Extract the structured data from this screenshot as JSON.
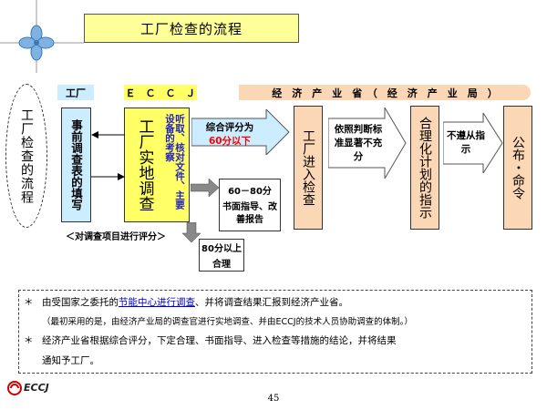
{
  "title": "工厂检查的流程",
  "side_label": "工厂检查的流程",
  "headers": {
    "factory": "工厂",
    "eccj": "Ｅ　Ｃ　Ｃ　Ｊ",
    "ministry": "经　济　产　业　省　（　经　济　产　业　局　）"
  },
  "boxes": {
    "pre_survey": "事前调查表的填写",
    "onsite": "工厂实地调查",
    "onsite_note": "听取、核对文件、主要设备的考察",
    "onsite_inspection": "工厂进入检查",
    "plan_instruction": "合理化计划的指示",
    "publish": "公布・命令"
  },
  "arrows": {
    "score_under_60": "综合评分为",
    "score_under_60_value": "60分以下",
    "judgement": "依照判断标准显著不充分",
    "not_comply": "不遵从指示",
    "score_60_80": "60－80分",
    "report": "书面指导、改善报告",
    "score_80_plus": "80分以上",
    "pass": "合理"
  },
  "caption": "＜对调查项目进行评分＞",
  "notes": {
    "n1_prefix": "由受国家之委托的",
    "n1_link": "节能中心进行调查",
    "n1_suffix": "、并将调查结果汇报到经济产业省。",
    "n1_sub": "（最初采用的是，由经济产业局的调查官进行实地调查、并由ECCJ的技术人员协助调查的体制。）",
    "n2_line1": "经济产业省根据综合评分，下定合理、书面指导、进入检查等措施的结论，并将结果",
    "n2_line2": "通知予工厂。",
    "bullet": "＊"
  },
  "logo_text": "ECCJ",
  "page_number": "45",
  "colors": {
    "title_bg": "#ffff99",
    "header_factory_bg": "#ccecff",
    "header_eccj_bg": "#ffff66",
    "header_ministry_bg": "#fbd7b5",
    "arrow_blue": "#ccecff",
    "score_red": "#ff0000",
    "flower_blue": "#5b9bd5",
    "logo_red": "#cc0000"
  }
}
